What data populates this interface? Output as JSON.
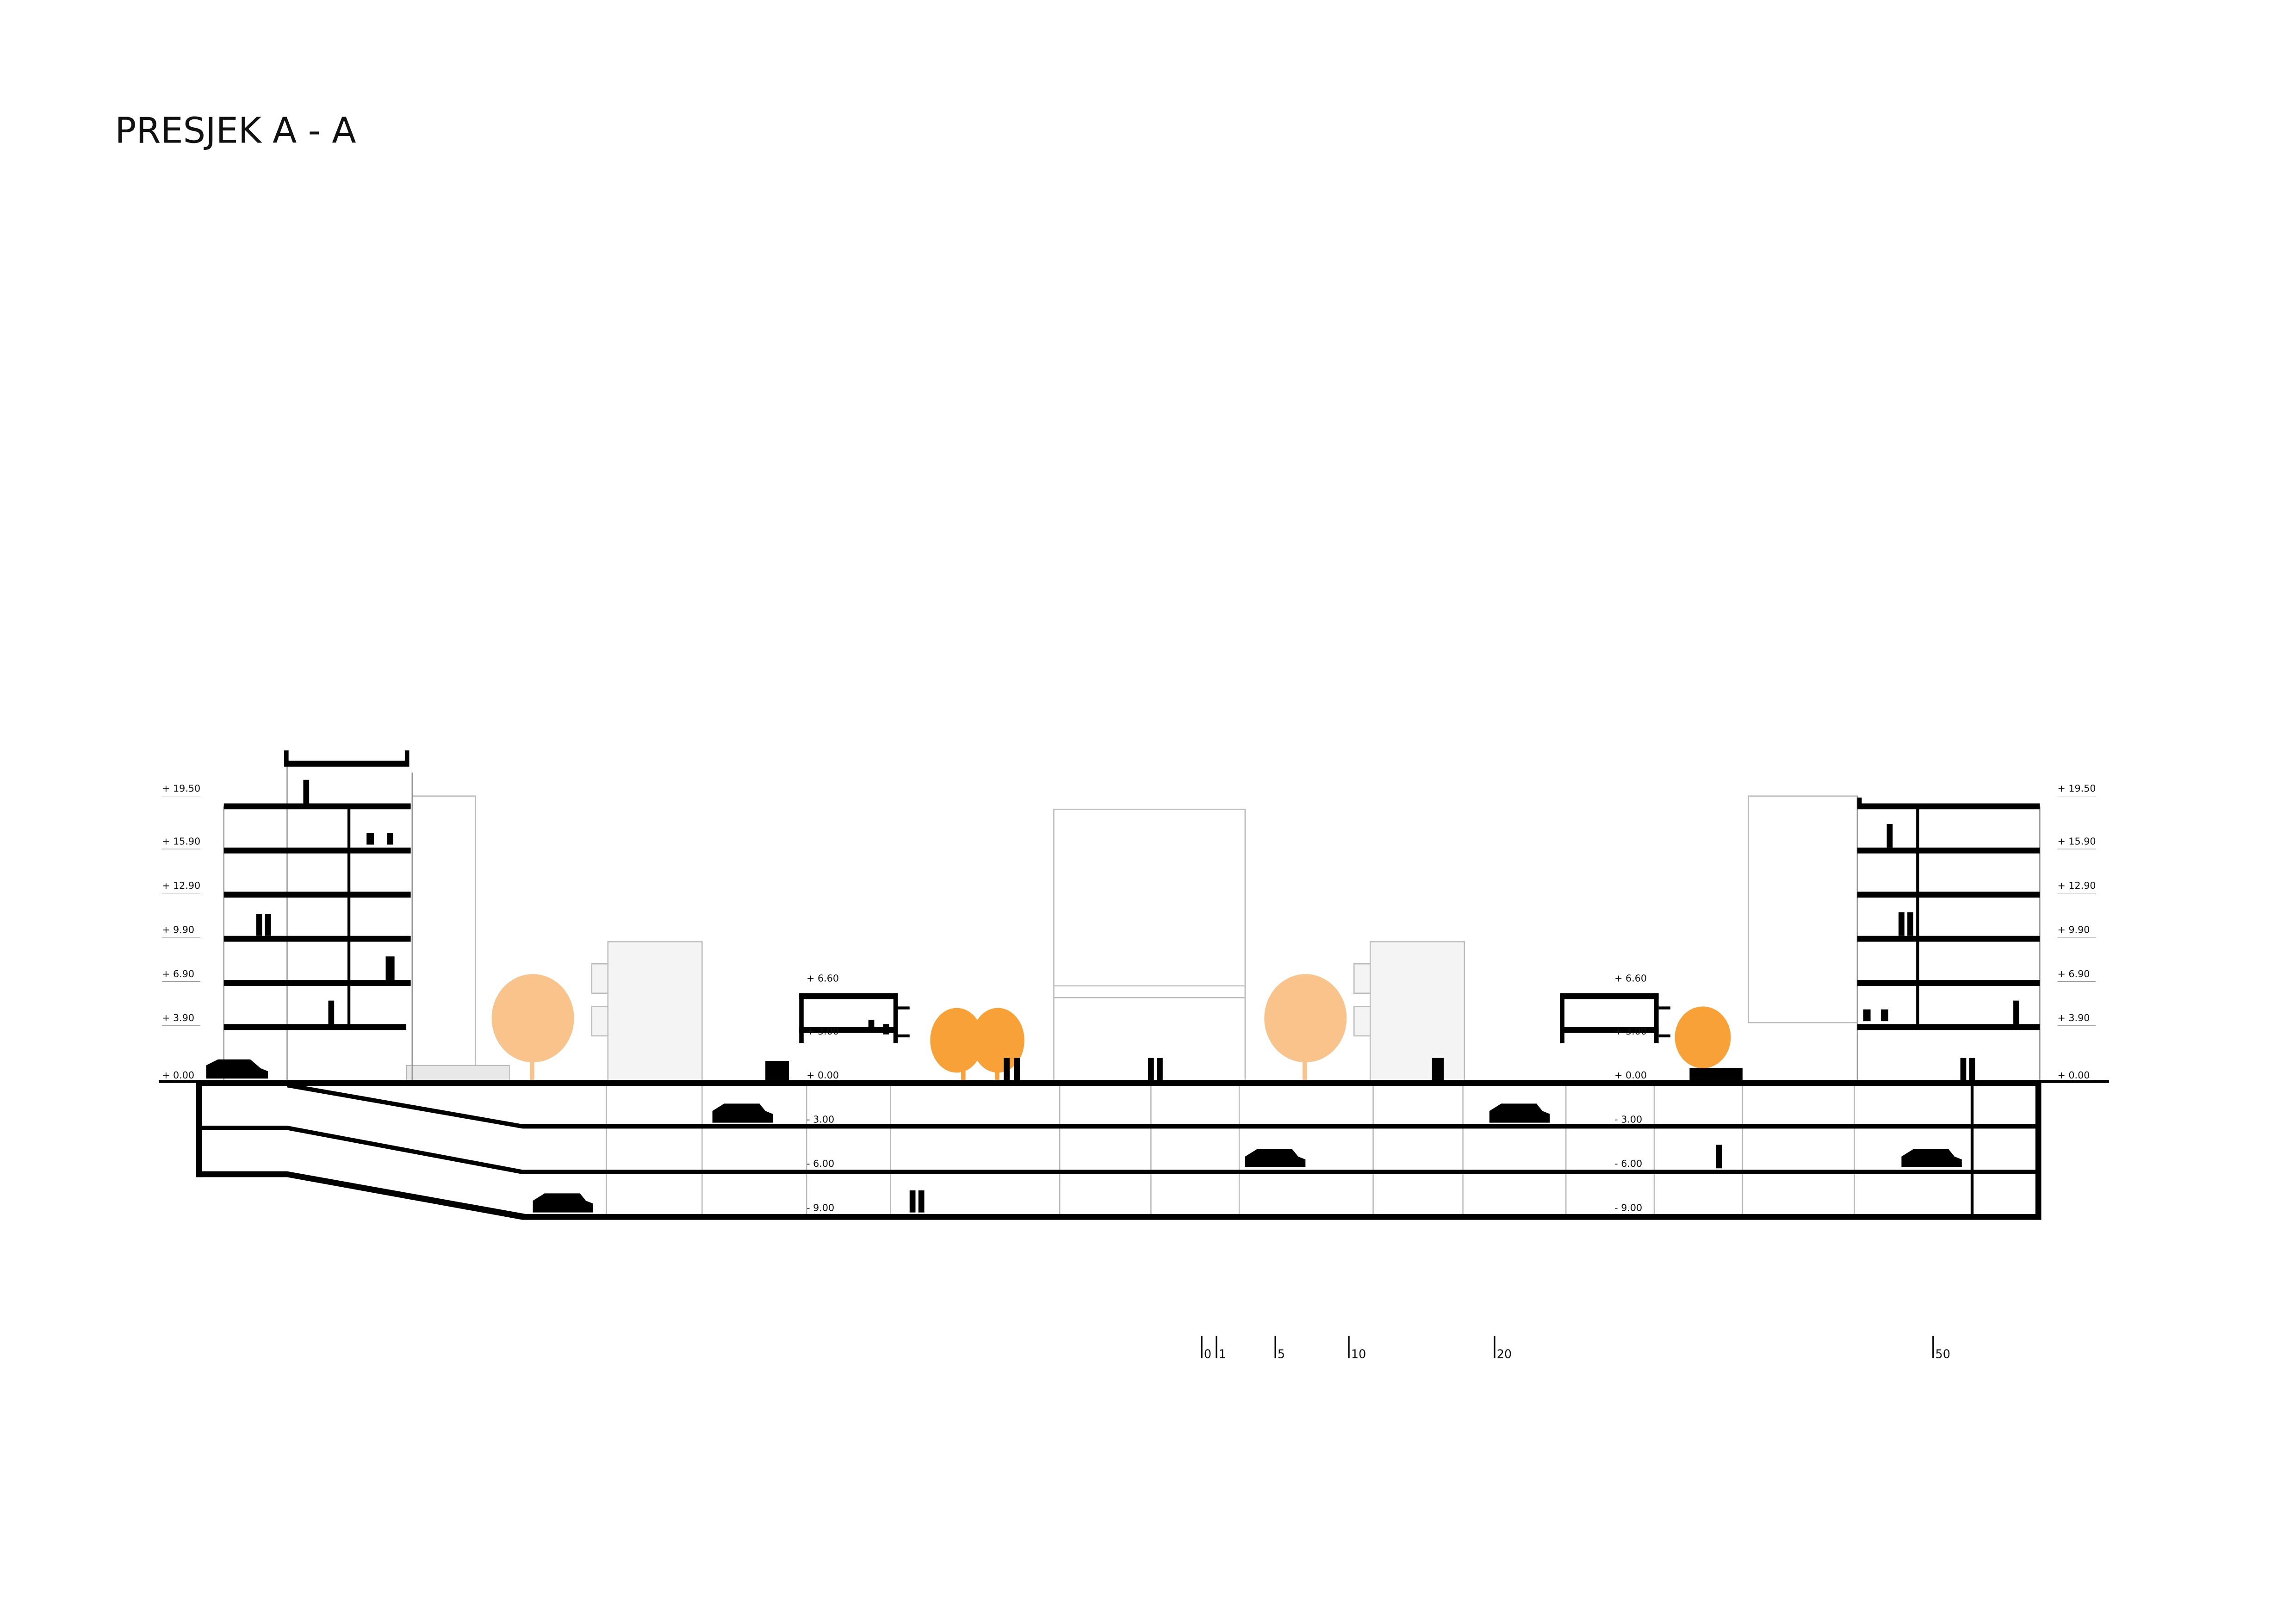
{
  "title": "PRESJEK A - A",
  "tower_levels": [
    "+ 19.50",
    "+ 15.90",
    "+ 12.90",
    "+ 9.90",
    "+ 6.90",
    "+ 3.90",
    "+ 0.00"
  ],
  "pavilion_levels": [
    "+ 6.60",
    "+ 3.00",
    "+ 0.00",
    "- 3.00",
    "- 6.00",
    "- 9.00"
  ],
  "scale_bar": [
    "0",
    "1",
    "5",
    "10",
    "20",
    "50"
  ],
  "colors": {
    "tree_light": "#f9c48c",
    "tree_dark": "#f7a136",
    "structure": "#000000",
    "outline": "#b5b5b5"
  }
}
